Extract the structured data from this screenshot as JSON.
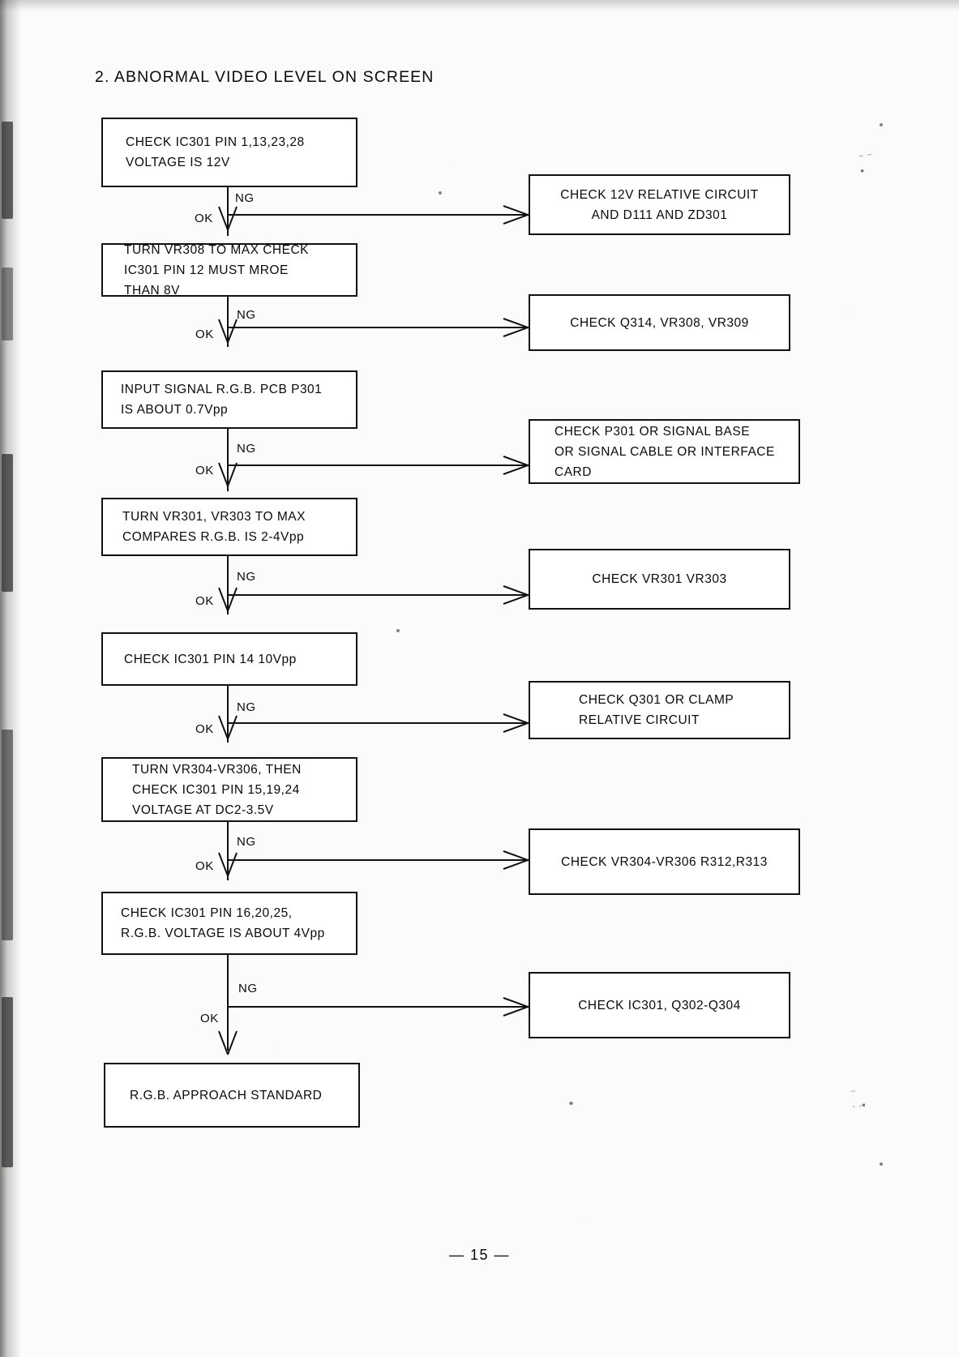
{
  "page": {
    "title": "2. ABNORMAL VIDEO LEVEL ON SCREEN",
    "page_number": "— 15 —",
    "branch_ng_label": "NG",
    "branch_ok_label": "OK"
  },
  "flow": {
    "steps": [
      {
        "id": "step-1",
        "text": "CHECK IC301 PIN 1,13,23,28\nVOLTAGE IS 12V",
        "ng": "CHECK 12V RELATIVE CIRCUIT\nAND D111 AND ZD301"
      },
      {
        "id": "step-2",
        "text": "TURN VR308 TO MAX CHECK\nIC301 PIN 12 MUST MROE\nTHAN 8V",
        "ng": "CHECK Q314, VR308, VR309"
      },
      {
        "id": "step-3",
        "text": "INPUT SIGNAL R.G.B. PCB P301\nIS ABOUT 0.7Vpp",
        "ng": "CHECK P301 OR SIGNAL BASE\nOR SIGNAL CABLE OR INTERFACE\nCARD"
      },
      {
        "id": "step-4",
        "text": "TURN VR301, VR303 TO MAX\nCOMPARES R.G.B. IS 2-4Vpp",
        "ng": "CHECK VR301 VR303"
      },
      {
        "id": "step-5",
        "text": "CHECK IC301 PIN 14 10Vpp",
        "ng": "CHECK Q301 OR CLAMP\nRELATIVE CIRCUIT"
      },
      {
        "id": "step-6",
        "text": "TURN VR304-VR306, THEN\nCHECK IC301 PIN 15,19,24\nVOLTAGE AT DC2-3.5V",
        "ng": "CHECK VR304-VR306 R312,R313"
      },
      {
        "id": "step-7",
        "text": "CHECK IC301 PIN 16,20,25,\nR.G.B. VOLTAGE IS ABOUT 4Vpp",
        "ng": "CHECK IC301, Q302-Q304"
      }
    ],
    "terminal": {
      "id": "step-8",
      "text": "R.G.B. APPROACH STANDARD"
    }
  }
}
